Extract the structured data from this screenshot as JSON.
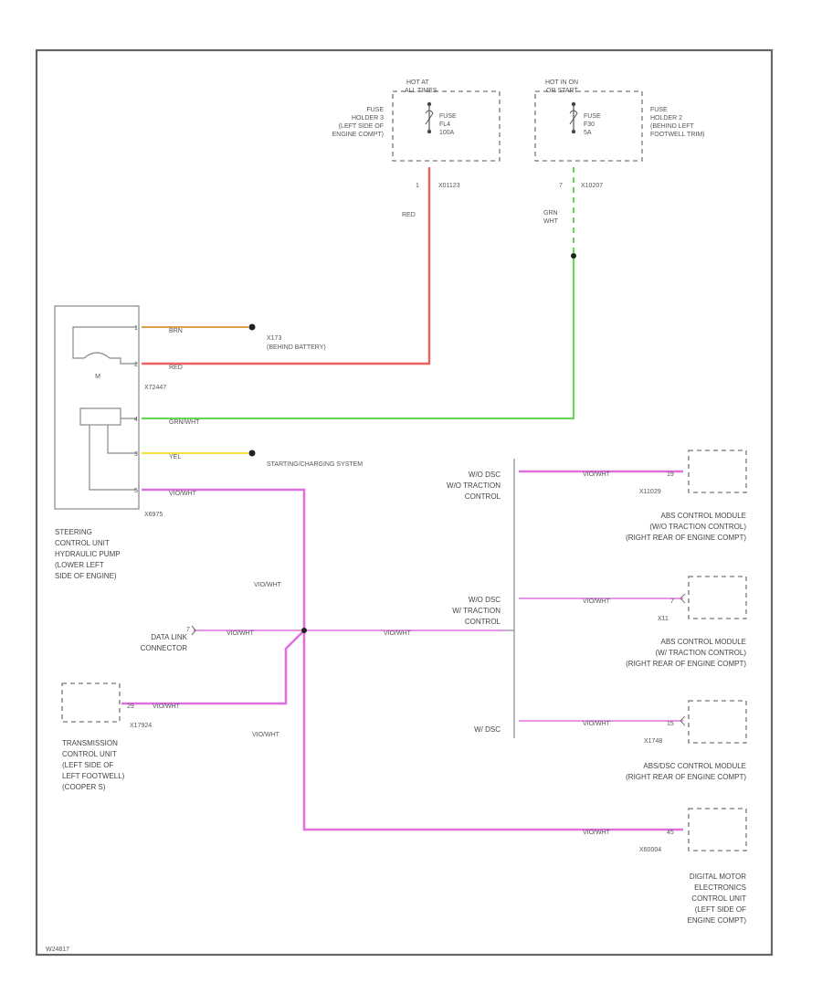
{
  "diagram": {
    "page_code": "W24817",
    "fuse_left": {
      "header": [
        "HOT AT",
        "ALL TIMES"
      ],
      "fuse": [
        "FUSE",
        "FL4",
        "100A"
      ],
      "holder": [
        "FUSE",
        "HOLDER 3",
        "(LEFT SIDE OF",
        "ENGINE COMPT)"
      ],
      "pin": "1",
      "connector": "X01123"
    },
    "fuse_right": {
      "header": [
        "HOT IN ON",
        "OR START"
      ],
      "fuse": [
        "FUSE",
        "F30",
        "5A"
      ],
      "holder": [
        "FUSE",
        "HOLDER 2",
        "(BEHIND LEFT",
        "FOOTWELL TRIM)"
      ],
      "pin": "7",
      "connector": "X10207"
    },
    "wire_colors": {
      "red_label": "RED",
      "grn_label": [
        "GRN",
        "WHT"
      ],
      "brn": "BRN",
      "red": "RED",
      "grn_wht": "GRN/WHT",
      "yel": "YEL",
      "vio_wht": "VIO/WHT"
    },
    "steering_unit": {
      "pins": [
        "1",
        "2",
        "4",
        "3",
        "5"
      ],
      "connector_top": "X72447",
      "connector_bottom": "X6975",
      "motor": "M",
      "label": [
        "STEERING",
        "CONTROL UNIT",
        "HYDRAULIC PUMP",
        "(LOWER LEFT",
        "SIDE OF ENGINE)"
      ]
    },
    "ground": [
      "X173",
      "(BEHIND BATTERY)"
    ],
    "starting_system": "STARTING/CHARGING SYSTEM",
    "data_link": {
      "pin": "7",
      "label": [
        "DATA LINK",
        "CONNECTOR"
      ]
    },
    "tcu": {
      "pin": "29",
      "connector": "X17924",
      "label": [
        "TRANSMISSION",
        "CONTROL UNIT",
        "(LEFT SIDE OF",
        "LEFT FOOTWELL)",
        "(COOPER S)"
      ]
    },
    "options": {
      "opt1": [
        "W/O DSC",
        "W/O TRACTION",
        "CONTROL"
      ],
      "opt2": [
        "W/O DSC",
        "W/ TRACTION",
        "CONTROL"
      ],
      "opt3": "W/ DSC"
    },
    "modules": [
      {
        "pin": "19",
        "connector": "X11029",
        "label": [
          "ABS CONTROL MODULE",
          "(W/O TRACTION CONTROL)",
          "(RIGHT REAR OF ENGINE COMPT)"
        ]
      },
      {
        "pin": "7",
        "connector": "X11",
        "label": [
          "ABS CONTROL MODULE",
          "(W/ TRACTION CONTROL)",
          "(RIGHT REAR OF ENGINE COMPT)"
        ]
      },
      {
        "pin": "15",
        "connector": "X1748",
        "label": [
          "ABS/DSC CONTROL MODULE",
          "(RIGHT REAR OF ENGINE COMPT)"
        ]
      },
      {
        "pin": "45",
        "connector": "X60004",
        "label": [
          "DIGITAL MOTOR",
          "ELECTRONICS",
          "CONTROL UNIT",
          "(LEFT SIDE OF",
          "ENGINE COMPT)"
        ]
      }
    ],
    "colors": {
      "red": "#f06060",
      "green": "#66d655",
      "violet": "#e070e0",
      "yellow": "#f5e040",
      "brown": "#e09e46",
      "frame": "#666666"
    }
  }
}
